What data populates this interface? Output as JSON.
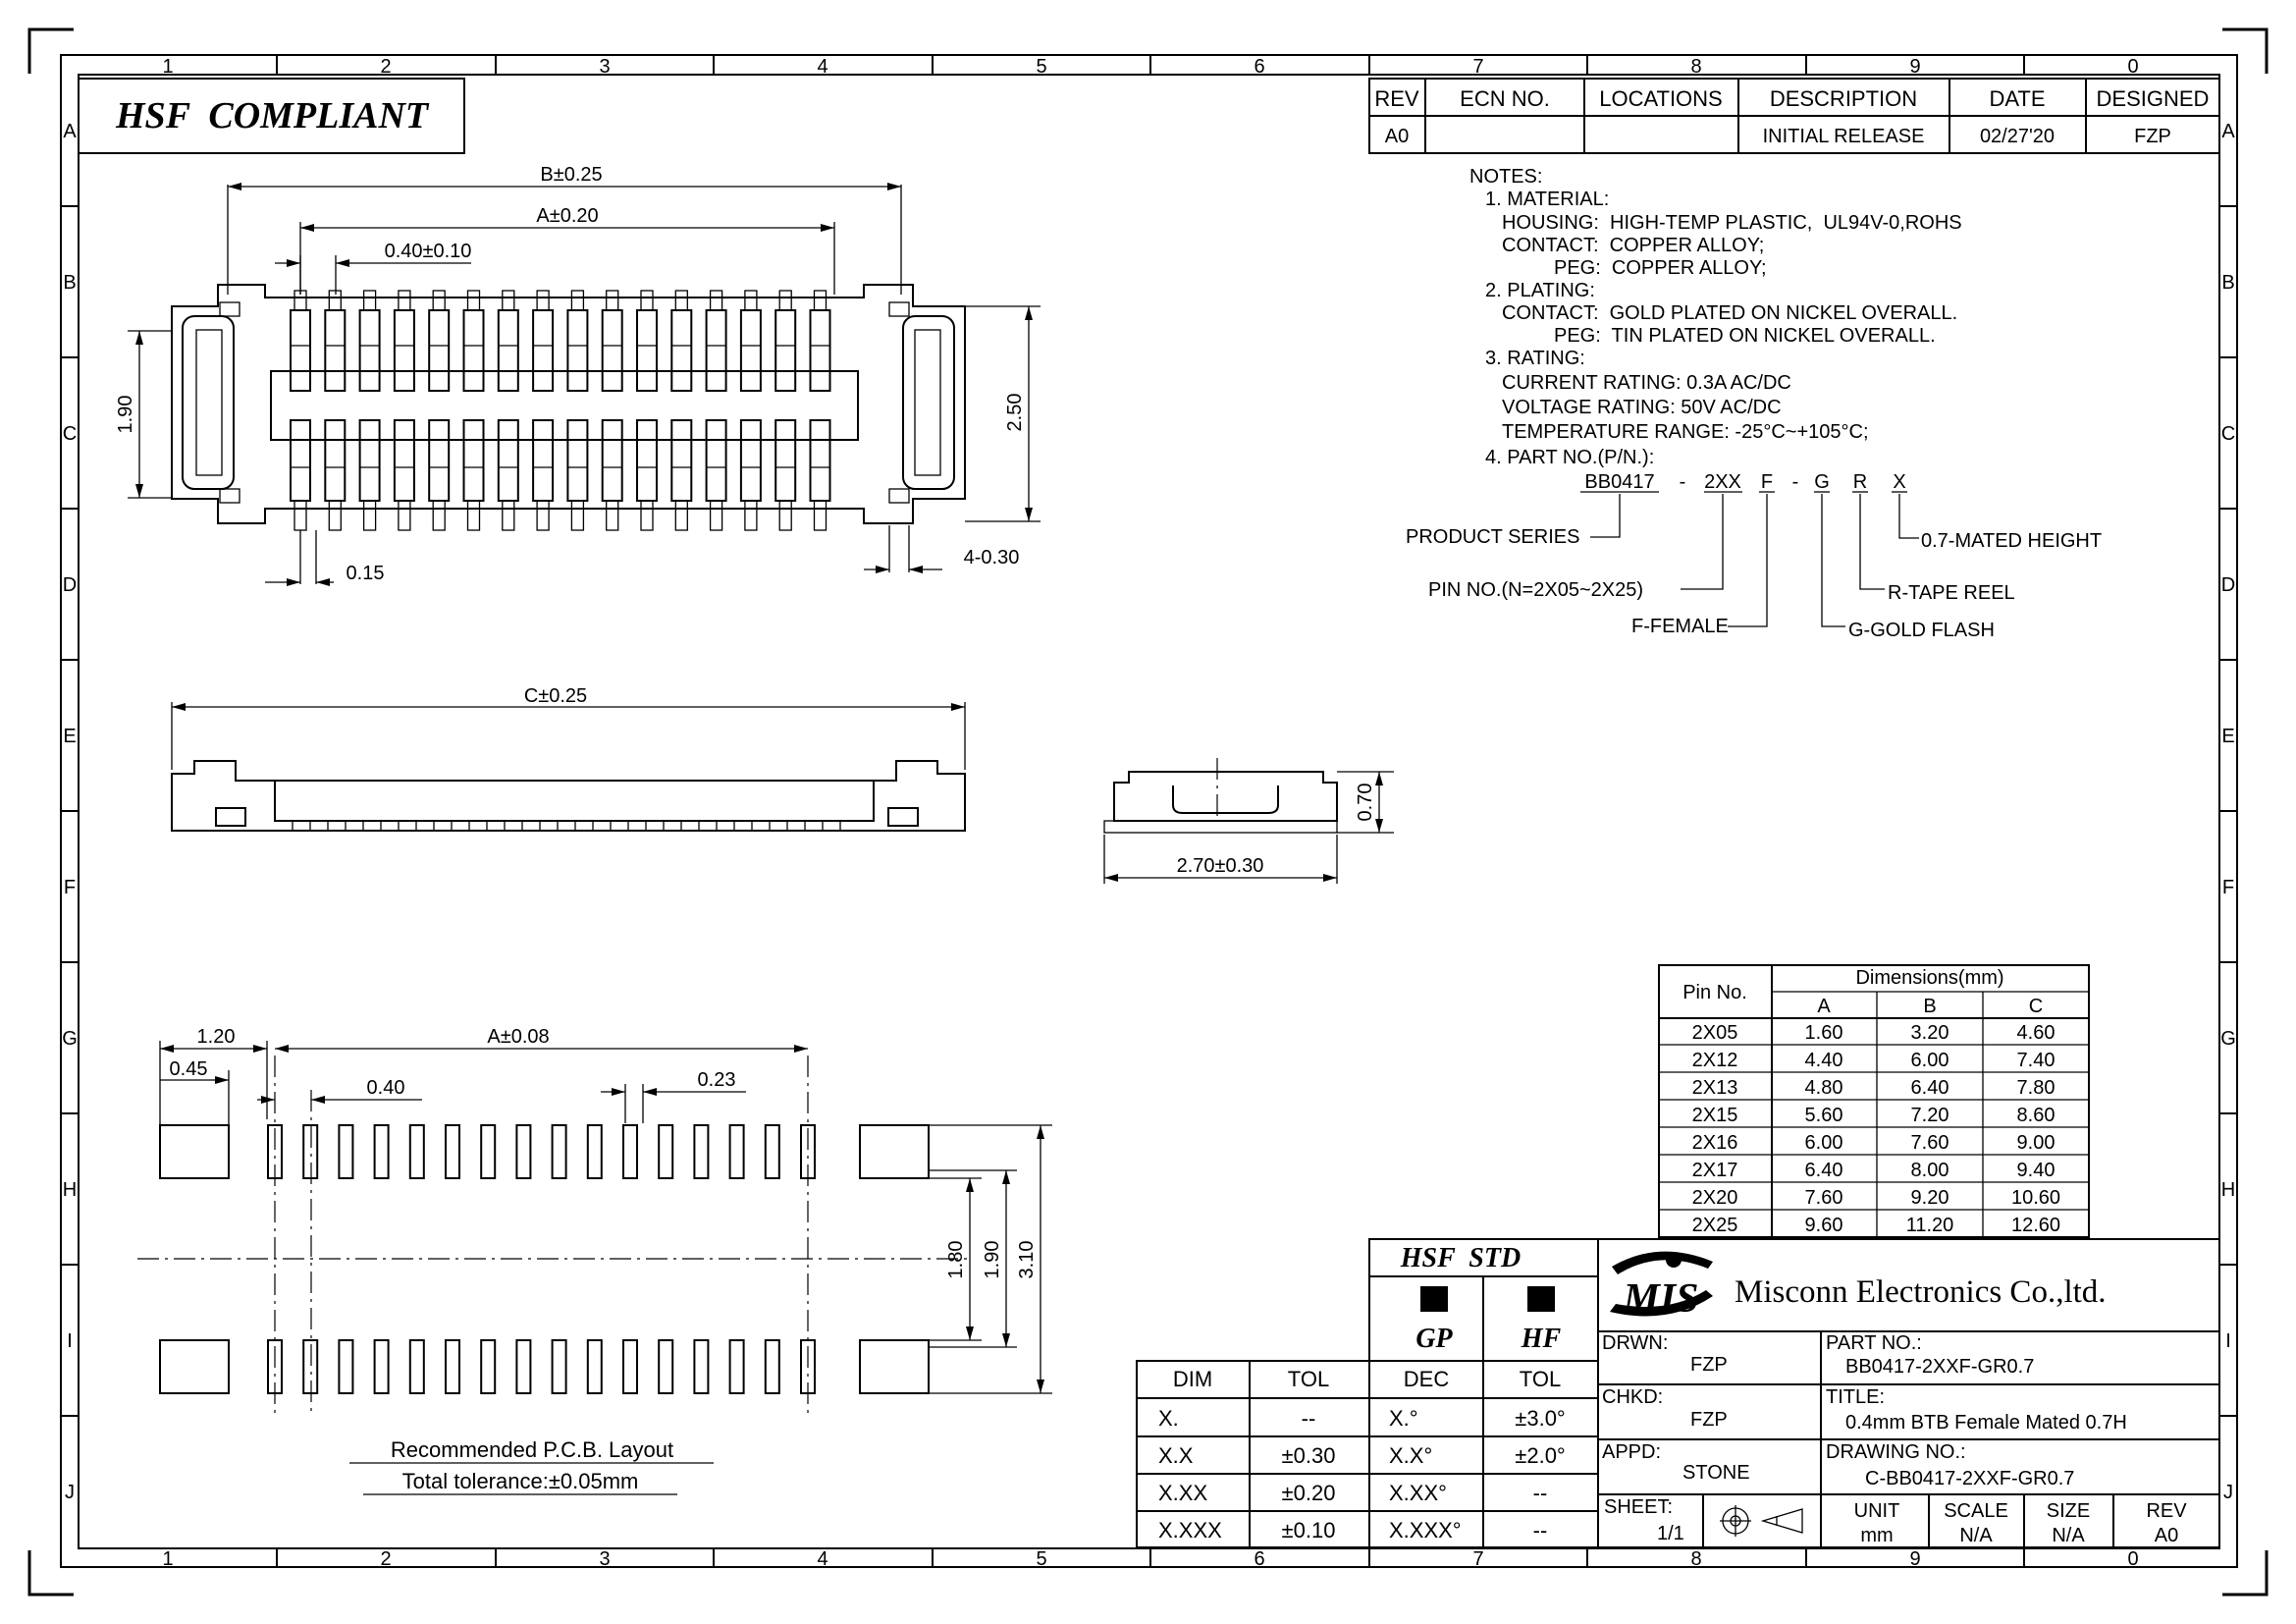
{
  "border": {
    "col_labels": [
      "1",
      "2",
      "3",
      "4",
      "5",
      "6",
      "7",
      "8",
      "9",
      "0"
    ],
    "row_labels": [
      "A",
      "B",
      "C",
      "D",
      "E",
      "F",
      "G",
      "H",
      "I",
      "J"
    ]
  },
  "hsf_compliant": "HSF  COMPLIANT",
  "revision_table": {
    "headers": [
      "REV",
      "ECN NO.",
      "LOCATIONS",
      "DESCRIPTION",
      "DATE",
      "DESIGNED"
    ],
    "row": [
      "A0",
      "",
      "",
      "INITIAL RELEASE",
      "02/27'20",
      "FZP"
    ]
  },
  "notes": {
    "title": "NOTES:",
    "lines": [
      "1. MATERIAL:",
      "HOUSING:  HIGH-TEMP PLASTIC,  UL94V-0,ROHS",
      "CONTACT:  COPPER ALLOY;",
      "PEG:  COPPER ALLOY;",
      "2. PLATING:",
      "CONTACT:  GOLD PLATED ON NICKEL OVERALL.",
      "PEG:  TIN PLATED ON NICKEL OVERALL.",
      "3. RATING:",
      "CURRENT RATING: 0.3A AC/DC",
      "VOLTAGE RATING: 50V AC/DC",
      "TEMPERATURE RANGE: -25°C~+105°C;",
      "4. PART NO.(P/N.):"
    ]
  },
  "part_number_breakdown": {
    "segments": [
      "BB0417",
      "-",
      "2XX",
      "F",
      "-",
      "G",
      "R",
      "X"
    ],
    "legends": {
      "product_series": "PRODUCT SERIES",
      "pin_no": "PIN NO.(N=2X05~2X25)",
      "female": "F-FEMALE",
      "gold_flash": "G-GOLD FLASH",
      "tape_reel": "R-TAPE REEL",
      "mated_height": "0.7-MATED HEIGHT"
    }
  },
  "top_view_dims": {
    "b": "B±0.25",
    "a": "A±0.20",
    "pitch": "0.40±0.10",
    "width_inner": "1.90",
    "width_outer": "2.50",
    "pin_width": "0.15",
    "peg": "4-0.30"
  },
  "side_view_dims": {
    "c": "C±0.25"
  },
  "end_view_dims": {
    "width": "2.70±0.30",
    "height": "0.70"
  },
  "pcb_layout": {
    "d1": "1.20",
    "d2": "0.45",
    "d3": "A±0.08",
    "d4": "0.40",
    "d5": "0.23",
    "d6": "1.80",
    "d7": "1.90",
    "d8": "3.10",
    "caption": "Recommended P.C.B. Layout",
    "tolerance": "Total tolerance:±0.05mm"
  },
  "dimension_table": {
    "header_pin": "Pin No.",
    "header_dims": "Dimensions(mm)",
    "cols": [
      "A",
      "B",
      "C"
    ],
    "rows": [
      [
        "2X05",
        "1.60",
        "3.20",
        "4.60"
      ],
      [
        "2X12",
        "4.40",
        "6.00",
        "7.40"
      ],
      [
        "2X13",
        "4.80",
        "6.40",
        "7.80"
      ],
      [
        "2X15",
        "5.60",
        "7.20",
        "8.60"
      ],
      [
        "2X16",
        "6.00",
        "7.60",
        "9.00"
      ],
      [
        "2X17",
        "6.40",
        "8.00",
        "9.40"
      ],
      [
        "2X20",
        "7.60",
        "9.20",
        "10.60"
      ],
      [
        "2X25",
        "9.60",
        "11.20",
        "12.60"
      ]
    ]
  },
  "tolerance_table": {
    "hsf_std": "HSF  STD",
    "gp": "GP",
    "hf": "HF",
    "headers": [
      "DIM",
      "TOL",
      "DEC",
      "TOL"
    ],
    "rows": [
      [
        "X.",
        "--",
        "X.°",
        "±3.0°"
      ],
      [
        "X.X",
        "±0.30",
        "X.X°",
        "±2.0°"
      ],
      [
        "X.XX",
        "±0.20",
        "X.XX°",
        "--"
      ],
      [
        "X.XXX",
        "±0.10",
        "X.XXX°",
        "--"
      ]
    ]
  },
  "title_block": {
    "logo": "MIS",
    "company": "Misconn Electronics Co.,ltd.",
    "drwn_label": "DRWN:",
    "drwn": "FZP",
    "chkd_label": "CHKD:",
    "chkd": "FZP",
    "appd_label": "APPD:",
    "appd": "STONE",
    "part_no_label": "PART NO.:",
    "part_no": "BB0417-2XXF-GR0.7",
    "title_label": "TITLE:",
    "title": "0.4mm BTB Female Mated 0.7H",
    "drawing_no_label": "DRAWING NO.:",
    "drawing_no": "C-BB0417-2XXF-GR0.7",
    "sheet_label": "SHEET:",
    "sheet": "1/1",
    "unit_label": "UNIT",
    "unit": "mm",
    "scale_label": "SCALE",
    "scale": "N/A",
    "size_label": "SIZE",
    "size": "N/A",
    "rev_label": "REV",
    "rev": "A0"
  }
}
